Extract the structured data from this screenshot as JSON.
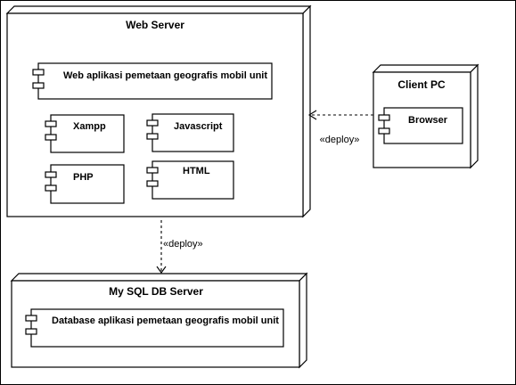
{
  "nodes": {
    "web_server": {
      "title": "Web Server",
      "components": {
        "web_app": "Web aplikasi pemetaan geografis mobil unit",
        "xampp": "Xampp",
        "javascript": "Javascript",
        "php": "PHP",
        "html": "HTML"
      }
    },
    "client_pc": {
      "title": "Client PC",
      "components": {
        "browser": "Browser"
      }
    },
    "db_server": {
      "title": "My SQL DB Server",
      "components": {
        "database": "Database aplikasi pemetaan geografis mobil unit"
      }
    }
  },
  "connections": {
    "client_to_web": "«deploy»",
    "web_to_db": "«deploy»"
  }
}
